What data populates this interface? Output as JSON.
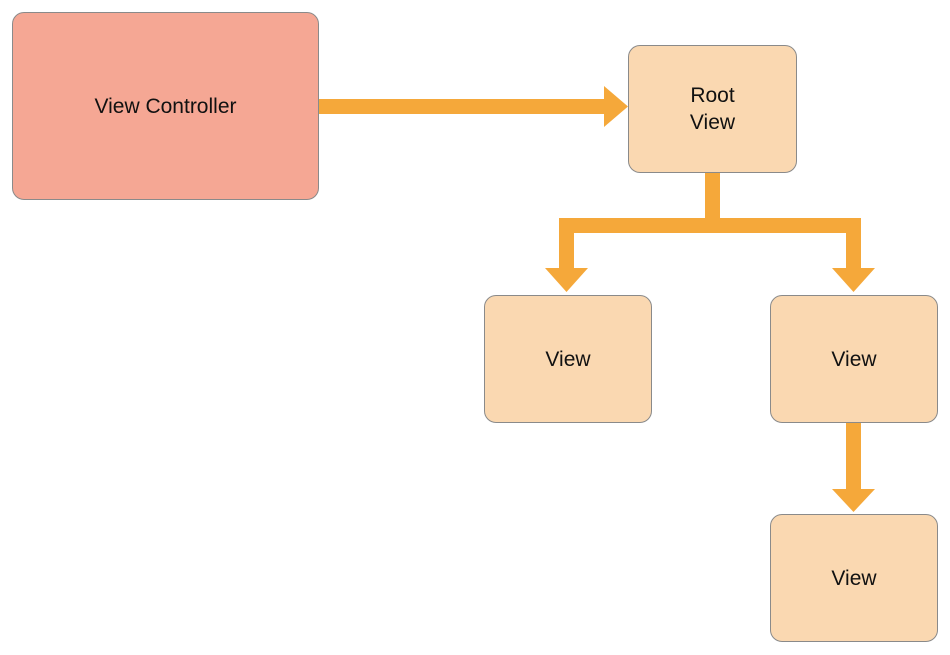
{
  "diagram": {
    "colors": {
      "controller_fill": "#f5a794",
      "view_fill": "#fad8b1",
      "arrow": "#f5a83a",
      "border": "#8a8a8a"
    },
    "nodes": {
      "view_controller": {
        "label": "View Controller"
      },
      "root_view": {
        "label": "Root\nView"
      },
      "view_left": {
        "label": "View"
      },
      "view_right": {
        "label": "View"
      },
      "view_bottom": {
        "label": "View"
      }
    },
    "edges": [
      {
        "from": "view_controller",
        "to": "root_view"
      },
      {
        "from": "root_view",
        "to": "view_left"
      },
      {
        "from": "root_view",
        "to": "view_right"
      },
      {
        "from": "view_right",
        "to": "view_bottom"
      }
    ]
  }
}
